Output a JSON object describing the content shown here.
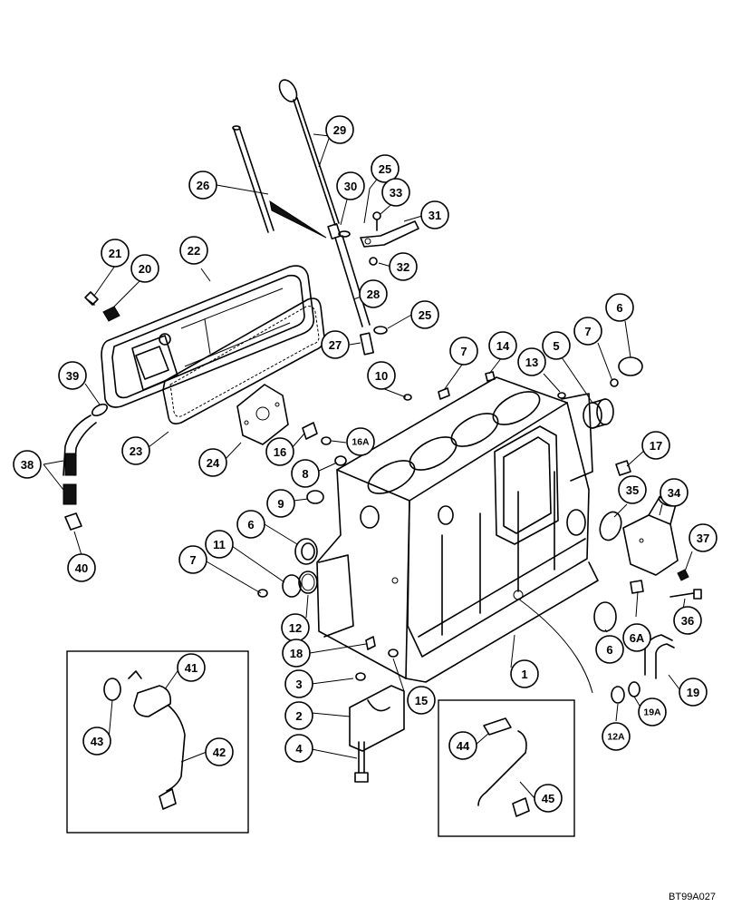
{
  "diagram": {
    "drawing_code": "BT99A027",
    "callouts": [
      "1",
      "2",
      "3",
      "4",
      "5",
      "6",
      "6A",
      "7",
      "8",
      "9",
      "10",
      "11",
      "12",
      "12A",
      "13",
      "14",
      "15",
      "16",
      "16A",
      "17",
      "18",
      "19",
      "19A",
      "20",
      "21",
      "22",
      "23",
      "24",
      "25",
      "26",
      "27",
      "28",
      "29",
      "30",
      "31",
      "32",
      "33",
      "34",
      "35",
      "36",
      "37",
      "38",
      "39",
      "40",
      "41",
      "42",
      "43",
      "44",
      "45"
    ],
    "inset_left_callouts": [
      "41",
      "42",
      "43"
    ],
    "inset_right_callouts": [
      "44",
      "45"
    ]
  }
}
